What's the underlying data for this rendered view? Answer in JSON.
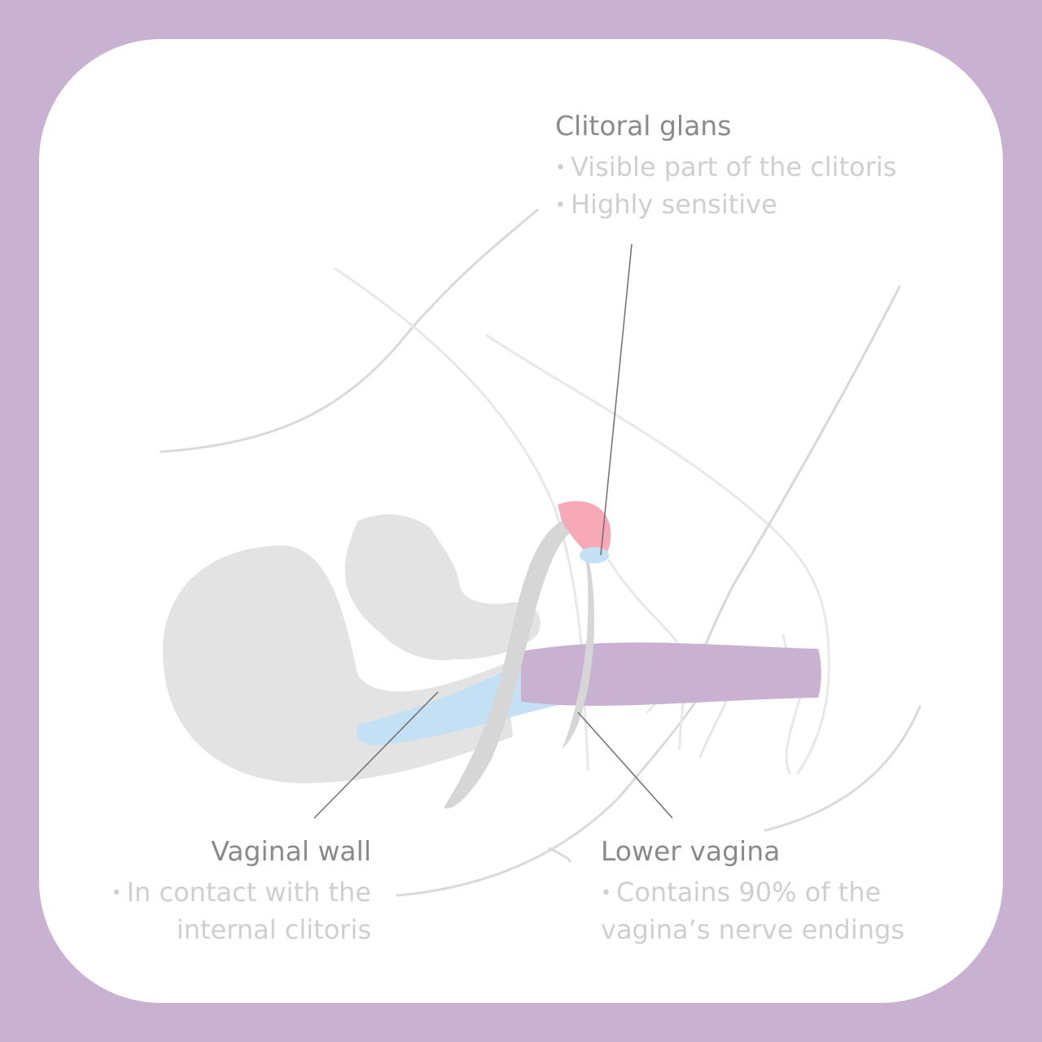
{
  "labels": {
    "clitoral_glans": {
      "title": "Clitoral glans",
      "points": [
        "Visible part of the clitoris",
        "Highly sensitive"
      ]
    },
    "vaginal_wall": {
      "title": "Vaginal wall",
      "points": [
        "In contact with the",
        "internal clitoris"
      ]
    },
    "lower_vagina": {
      "title": "Lower vagina",
      "points": [
        "Contains 90% of the",
        "vagina’s nerve endings"
      ]
    }
  },
  "colors": {
    "background": "#c9b2d1",
    "card": "#ffffff",
    "organ_gray": "#e3e3e3",
    "outline_gray": "#d6d6d6",
    "vagina_purple": "#c9b2d1",
    "blue": "#c3e0f4",
    "pink": "#f7a9b8",
    "leader_line": "#6f6f6f",
    "title_text": "#8a8a8a",
    "body_text": "#cfcfcf"
  }
}
